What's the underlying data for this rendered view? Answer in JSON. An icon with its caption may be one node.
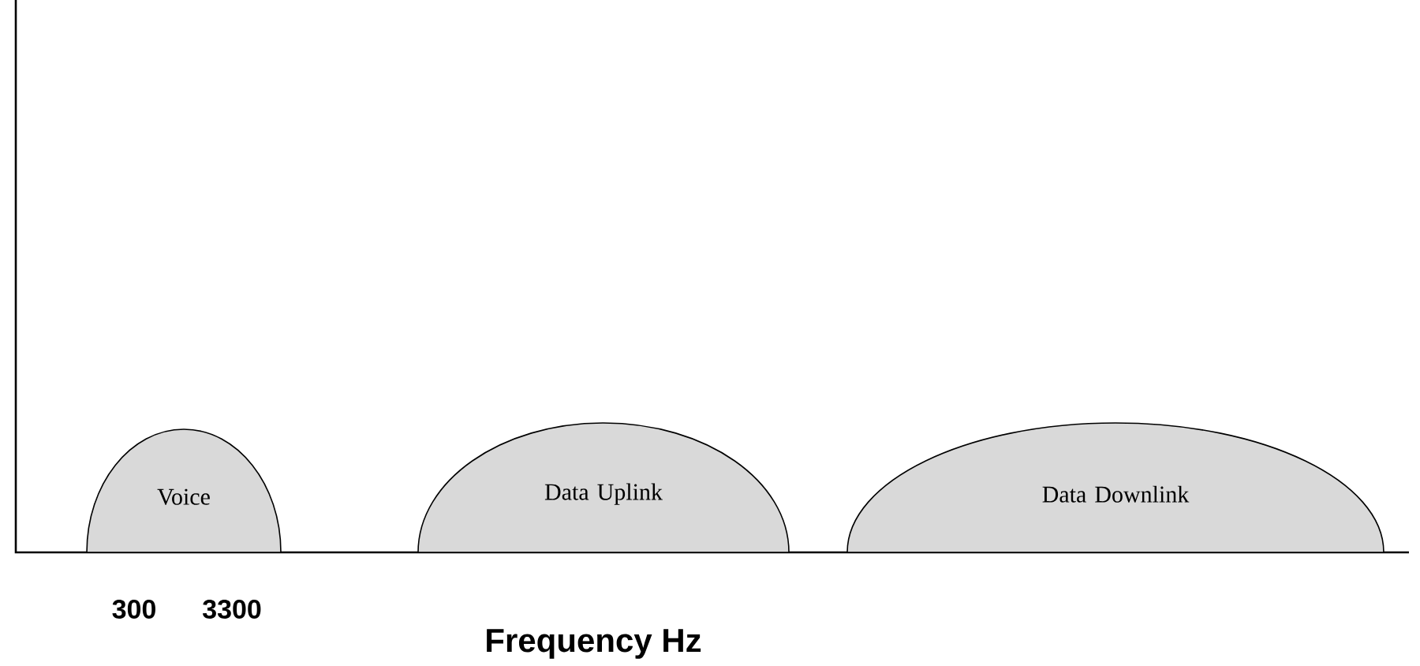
{
  "diagram": {
    "nodes": [
      {
        "text": [
          "Voice"
        ]
      },
      {
        "text": [
          "Data Uplink"
        ]
      },
      {
        "text": [
          "Data Downlink"
        ]
      }
    ],
    "labels": [
      "300",
      "3300",
      "Frequency Hz"
    ]
  }
}
